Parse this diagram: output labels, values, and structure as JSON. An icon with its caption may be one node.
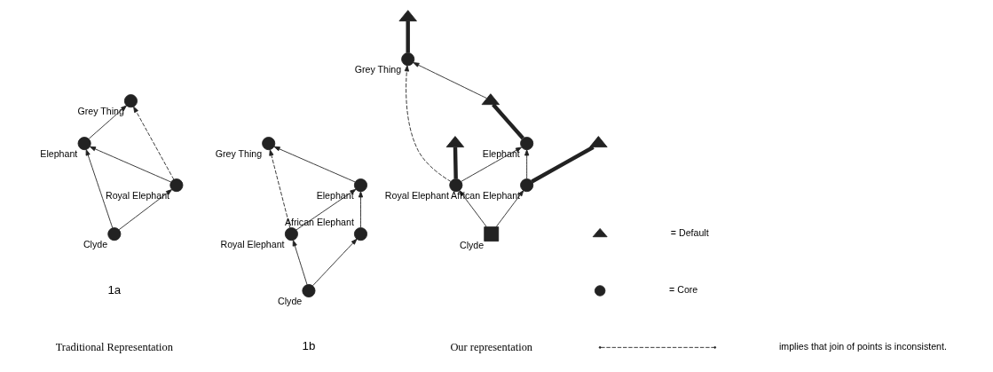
{
  "diagram": {
    "nodes": [
      {
        "text": [],
        "shape": "circle",
        "beside": [
          "Grey Thing"
        ]
      },
      {
        "text": [],
        "shape": "circle",
        "beside": [
          "Elephant"
        ]
      },
      {
        "text": [],
        "shape": "circle",
        "beside": [
          "Royal Elephant"
        ]
      },
      {
        "text": [],
        "shape": "circle",
        "beside": [
          "Clyde"
        ]
      },
      {
        "text": [],
        "shape": "circle",
        "beside": [
          "Grey Thing"
        ]
      },
      {
        "text": [],
        "shape": "circle",
        "beside": [
          "Elephant"
        ]
      },
      {
        "text": [],
        "shape": "circle",
        "beside": [
          "Royal Elephant"
        ]
      },
      {
        "text": [],
        "shape": "circle",
        "beside": [
          "African Elephant"
        ]
      },
      {
        "text": [],
        "shape": "circle",
        "beside": [
          "Clyde"
        ]
      },
      {
        "text": [],
        "shape": "box",
        "beside": [
          "Clyde"
        ]
      },
      {
        "text": [],
        "shape": "triangle"
      },
      {
        "text": [],
        "shape": "circle",
        "beside": [
          "Royal Elephant"
        ]
      },
      {
        "text": [],
        "shape": "triangle"
      },
      {
        "text": [],
        "shape": "circle",
        "beside": [
          "Elephant"
        ]
      },
      {
        "text": [],
        "shape": "triangle"
      },
      {
        "text": [],
        "shape": "circle",
        "beside": [
          "African Elephant"
        ]
      },
      {
        "text": [],
        "shape": "triangle"
      },
      {
        "text": [],
        "shape": "circle",
        "beside": [
          "Grey Thing"
        ]
      }
    ],
    "edges": [
      {
        "from": 3,
        "to": 2,
        "arrow": "to"
      },
      {
        "from": 2,
        "to": 1,
        "arrow": "to"
      },
      {
        "from": 1,
        "to": 0,
        "arrow": "to"
      },
      {
        "from": 3,
        "to": 1,
        "arrow": "to"
      },
      {
        "from": 2,
        "to": 0,
        "arrow": "to",
        "style": "dashed"
      },
      {
        "from": 8,
        "to": 6,
        "arrow": "to"
      },
      {
        "from": 8,
        "to": 7,
        "arrow": "to"
      },
      {
        "from": 6,
        "to": 5,
        "arrow": "to"
      },
      {
        "from": 7,
        "to": 5,
        "arrow": "to"
      },
      {
        "from": 5,
        "to": 4,
        "arrow": "to"
      },
      {
        "from": 6,
        "to": 4,
        "arrow": "to",
        "style": "dashed"
      },
      {
        "from": 11,
        "to": 10,
        "arrow": "none",
        "style": "thick"
      },
      {
        "from": 9,
        "to": 11,
        "arrow": "to"
      },
      {
        "from": 9,
        "to": 15,
        "arrow": "to"
      },
      {
        "from": 15,
        "to": 14,
        "arrow": "none",
        "style": "thick"
      },
      {
        "from": 13,
        "to": 12,
        "arrow": "none",
        "style": "thick"
      },
      {
        "from": 11,
        "to": 13,
        "arrow": "to"
      },
      {
        "from": 15,
        "to": 13,
        "arrow": "to"
      },
      {
        "from": 12,
        "to": 17,
        "arrow": "to"
      },
      {
        "from": 11,
        "to": 17,
        "arrow": "to",
        "style": "dashed"
      },
      {
        "from": 17,
        "to": 16,
        "arrow": "none",
        "style": "thick"
      }
    ],
    "labels": [
      "1a",
      "1b",
      "Traditional Representation",
      "Our representation"
    ],
    "legend": [
      {
        "text": "= Default"
      },
      {
        "text": "= Core"
      },
      {
        "text": "implies that join of points is inconsistent."
      }
    ]
  }
}
